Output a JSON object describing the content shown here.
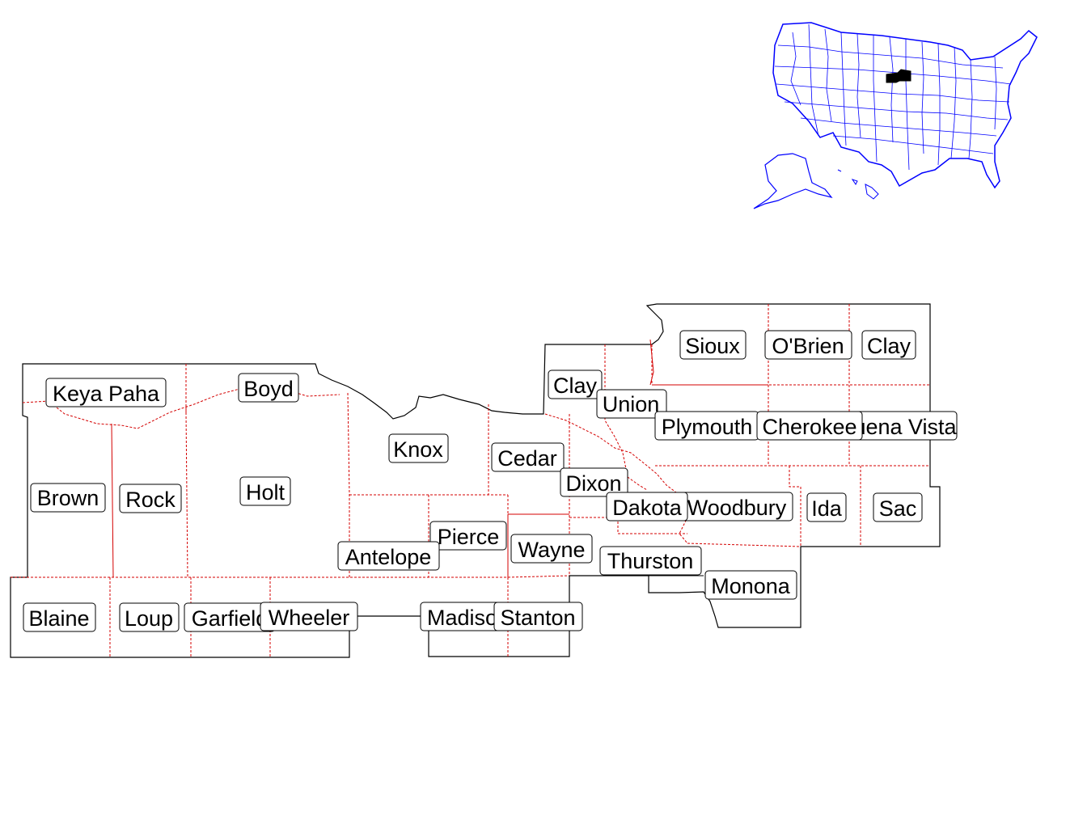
{
  "colors": {
    "outer_border": "#000000",
    "inner_county_line": "#d40000",
    "inset_lines": "#0000ff",
    "highlight_region": "#000000",
    "label_fill": "#ffffff"
  },
  "inset": {
    "name": "USA overview inset",
    "highlight": "selected region (NE Nebraska / NW Iowa / SE South Dakota)"
  },
  "labels": {
    "keya_paha": "Keya Paha",
    "boyd": "Boyd",
    "brown": "Brown",
    "rock": "Rock",
    "holt": "Holt",
    "knox": "Knox",
    "cedar": "Cedar",
    "clay_sd": "Clay",
    "union": "Union",
    "sioux": "Sioux",
    "obrien": "O'Brien",
    "clay_ia": "Clay",
    "plymouth": "Plymouth",
    "cherokee": "Cherokee",
    "buena_vista": "Buena Vista",
    "dixon": "Dixon",
    "dakota": "Dakota",
    "woodbury": "Woodbury",
    "ida": "Ida",
    "sac": "Sac",
    "pierce": "Pierce",
    "antelope": "Antelope",
    "wayne": "Wayne",
    "thurston": "Thurston",
    "monona": "Monona",
    "blaine": "Blaine",
    "loup": "Loup",
    "garfield": "Garfield",
    "wheeler": "Wheeler",
    "madison": "Madison",
    "stanton": "Stanton"
  }
}
